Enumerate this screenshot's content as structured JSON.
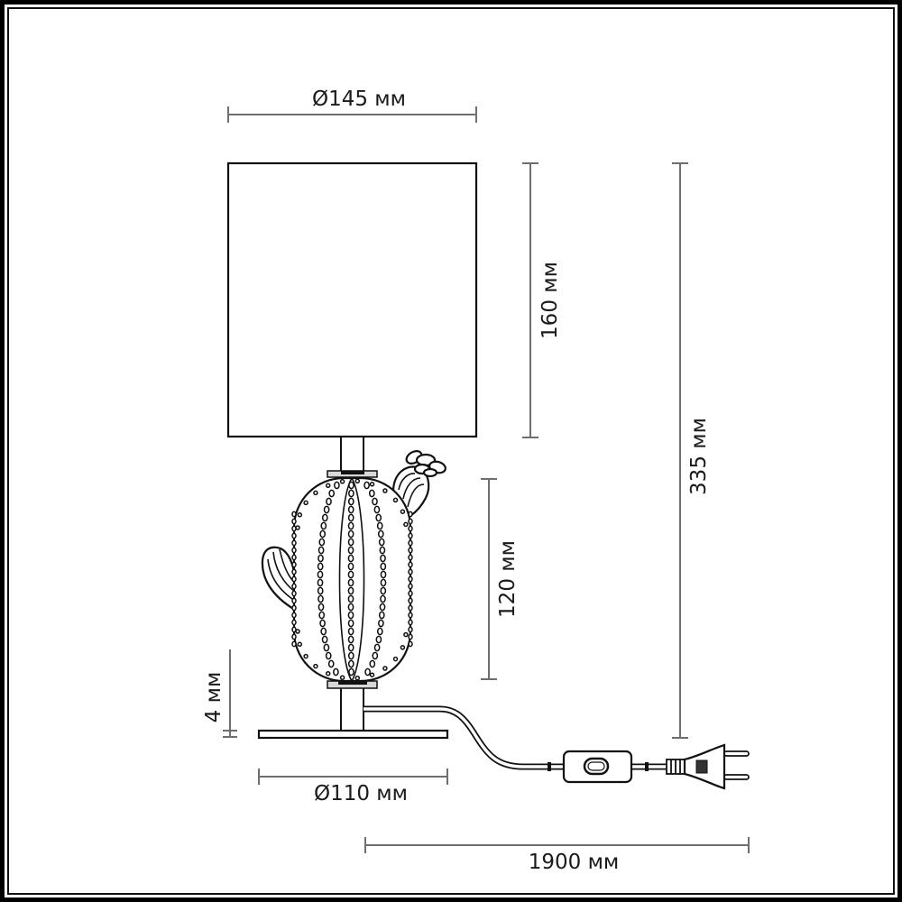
{
  "drawing": {
    "title": "Table lamp dimensional drawing",
    "colors": {
      "line": "#111111",
      "dimension_line": "#6e6e6e",
      "text": "#1a1a1a",
      "background": "#ffffff",
      "frame": "#000000"
    }
  },
  "dimensions": {
    "shade_diameter": {
      "label": "Ø145 мм",
      "value": 145,
      "unit": "мм"
    },
    "shade_height": {
      "label": "160 мм",
      "value": 160,
      "unit": "мм"
    },
    "total_height": {
      "label": "335 мм",
      "value": 335,
      "unit": "мм"
    },
    "body_height": {
      "label": "120 мм",
      "value": 120,
      "unit": "мм"
    },
    "base_thickness": {
      "label": "4 мм",
      "value": 4,
      "unit": "мм"
    },
    "base_diameter": {
      "label": "Ø110 мм",
      "value": 110,
      "unit": "мм"
    },
    "cord_length": {
      "label": "1900 мм",
      "value": 1900,
      "unit": "мм"
    }
  },
  "components": {
    "shade": "lamp-shade",
    "body": "cactus-body",
    "arm_left": "cactus-arm-left",
    "arm_right": "cactus-arm-right",
    "flower": "cactus-flower",
    "base": "base-plate",
    "cord": "power-cord",
    "switch": "inline-switch",
    "plug": "euro-plug"
  }
}
